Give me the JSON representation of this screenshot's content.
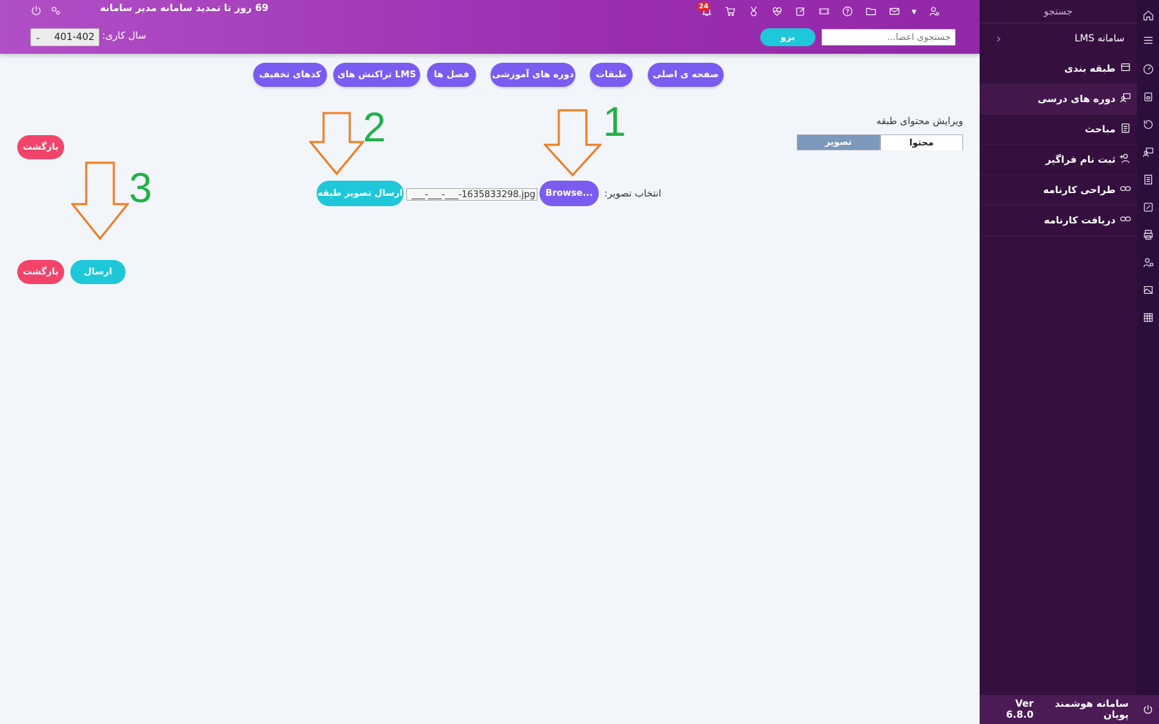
{
  "header": {
    "notice": "69 روز تا تمدید سامانه مدیر سامانه",
    "notification_count": "24",
    "year_label": "سال کاری:",
    "year_value": "401-402",
    "go_label": "برو",
    "search_placeholder": "جستجوی اعضا..."
  },
  "nav": {
    "home": "صفحه ی اصلی",
    "floors": "طبقات",
    "courses": "دوره های آموزشی",
    "chapters": "فصل ها",
    "transactions": "تراکنش های LMS",
    "discounts": "کدهای تخفیف"
  },
  "sidebar": {
    "search": "جستجو",
    "title": "سامانه LMS",
    "items": [
      {
        "label": "طبقه بندی",
        "icon": "box-icon"
      },
      {
        "label": "دوره های درسی",
        "icon": "teacher-icon"
      },
      {
        "label": "مباحث",
        "icon": "clipboard-icon"
      },
      {
        "label": "ثبت نام فراگیر",
        "icon": "user-plus-icon"
      },
      {
        "label": "طراحی کارنامه",
        "icon": "link-icon"
      },
      {
        "label": "دریافت کارنامه",
        "icon": "link-icon"
      }
    ],
    "footer_name": "سامانه هوشمند پویان",
    "footer_version": "Ver 6.8.0"
  },
  "content": {
    "edit_title": "ویرایش محتوای طبقه",
    "tab_content": "محتوا",
    "tab_image": "تصویر",
    "file_label": "انتخاب تصویر:",
    "browse_label": "Browse...",
    "file_name": "___-___-___-1635833298.jpg",
    "upload_label": "ارسال تصویر طبقه",
    "back_label": "بازگشت",
    "send_label": "ارسال"
  },
  "annotations": {
    "one": "1",
    "two": "2",
    "three": "3",
    "arrow_color": "#f47c20",
    "number_color": "#22b148"
  }
}
